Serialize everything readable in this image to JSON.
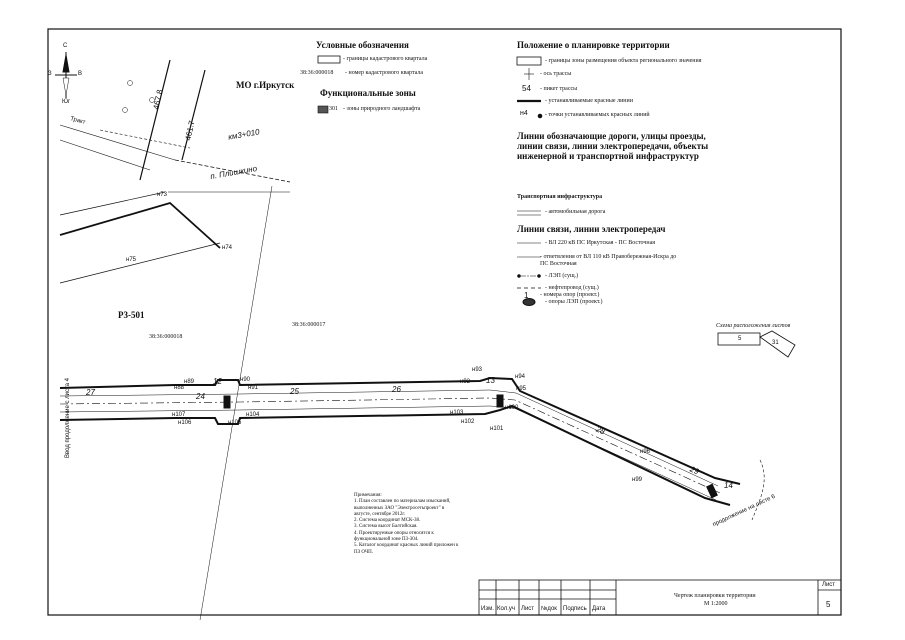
{
  "legend": {
    "title": "Условные обозначения",
    "cadastral_border_label": "- границы кадастрового квартала",
    "cadastral_number_code": "38:36:000018",
    "cadastral_number_label": "- номер кадастрового квартала",
    "functional_zones_title": "Функциональные зоны",
    "zone_code": "301",
    "zone_label": "- зоны природного ландшафта"
  },
  "planning": {
    "title": "Положение о планировке территории",
    "items": [
      {
        "label": "- границы зоны размещения объекта регионального значения"
      },
      {
        "label": "- ось трассы"
      },
      {
        "symbol": "54",
        "label": "- пикет трассы"
      },
      {
        "label": "- устанавливаемые красные линии"
      },
      {
        "symbol": "н4",
        "label": "- точки устанавливаемых красных линий"
      }
    ],
    "roads_title": "Линии обозначающие дороги, улицы проезды, линии связи, линии электропередачи, объекты инженерной и транспортной инфраструктур",
    "transport_subtitle": "Транспортная инфраструктура",
    "road_label": "- автомобильная дорога",
    "power_title": "Линии связи, линии электропередач",
    "power_items": [
      {
        "label": "- ВЛ 220 кВ ПС Иркутская - ПС Восточная"
      },
      {
        "label": "- ответвления от ВЛ 110 кВ Правобережная-Искра до ПС Восточная"
      },
      {
        "label": "- ЛЭП (сущ.)"
      },
      {
        "label": "- нефтепровод (сущ.)"
      },
      {
        "label": "- опоры ЛЭП (проект.)"
      },
      {
        "symbol": "1",
        "label": "- номера опор (проект.)"
      }
    ]
  },
  "compass": {
    "n": "С",
    "s": "Юг",
    "w": "З",
    "e": "В"
  },
  "map": {
    "municipality": "МО г.Иркутск",
    "chainage": "км3+010",
    "street": "п. Плишкино",
    "zone_code": "Р3-501",
    "quarter_a": "38:36:000018",
    "quarter_b": "38:36:000017",
    "dim1": "467.8",
    "dim2": "461.7",
    "road_label_top": "Тракт",
    "left_side_note": "Ввод продолжение с листа 4",
    "right_side_note": "продолжение на листе 6",
    "points": {
      "n73": "н73",
      "n74": "н74",
      "n75": "н75",
      "n88": "н88",
      "n89": "н89",
      "n90": "н90",
      "n91": "н91",
      "n92": "н92",
      "n93": "н93",
      "n94": "н94",
      "n95": "н95",
      "n96": "н96",
      "n99": "н99",
      "n100": "н100",
      "n101": "н101",
      "n102": "н102",
      "n103": "н103",
      "n104": "н104",
      "n105": "н105",
      "n106": "н106",
      "n107": "н107"
    },
    "pickets": {
      "p27": "27",
      "p24": "24",
      "p12": "12",
      "p25": "25",
      "p26": "26",
      "p13": "13",
      "p28": "28",
      "p29": "29",
      "p14": "14"
    }
  },
  "layout_scheme": {
    "title": "Схема расположения листов",
    "sheet_a": "5",
    "sheet_b": "31"
  },
  "notes": {
    "title": "Примечания:",
    "lines": [
      "1. План составлен по материалам изысканий,",
      "выполненных ЗАО \"Электросетьпроект\" в",
      "августе, сентябре 2012г.",
      "2. Система координат МСК-38.",
      "3. Система высот Балтийская.",
      "4. Проектируемые опоры относятся к",
      "функциональной зоне П3-304.",
      "5. Каталог координат красных линий приложен к",
      "ПЗ ОЧП."
    ]
  },
  "stamp": {
    "headers": [
      "Изм.",
      "Кол.уч",
      "Лист",
      "№док",
      "Подпись",
      "Дата"
    ],
    "title_line1": "Чертеж планировки территории",
    "title_line2": "М 1:2000",
    "sheet_label": "Лист",
    "sheet_number": "5"
  }
}
